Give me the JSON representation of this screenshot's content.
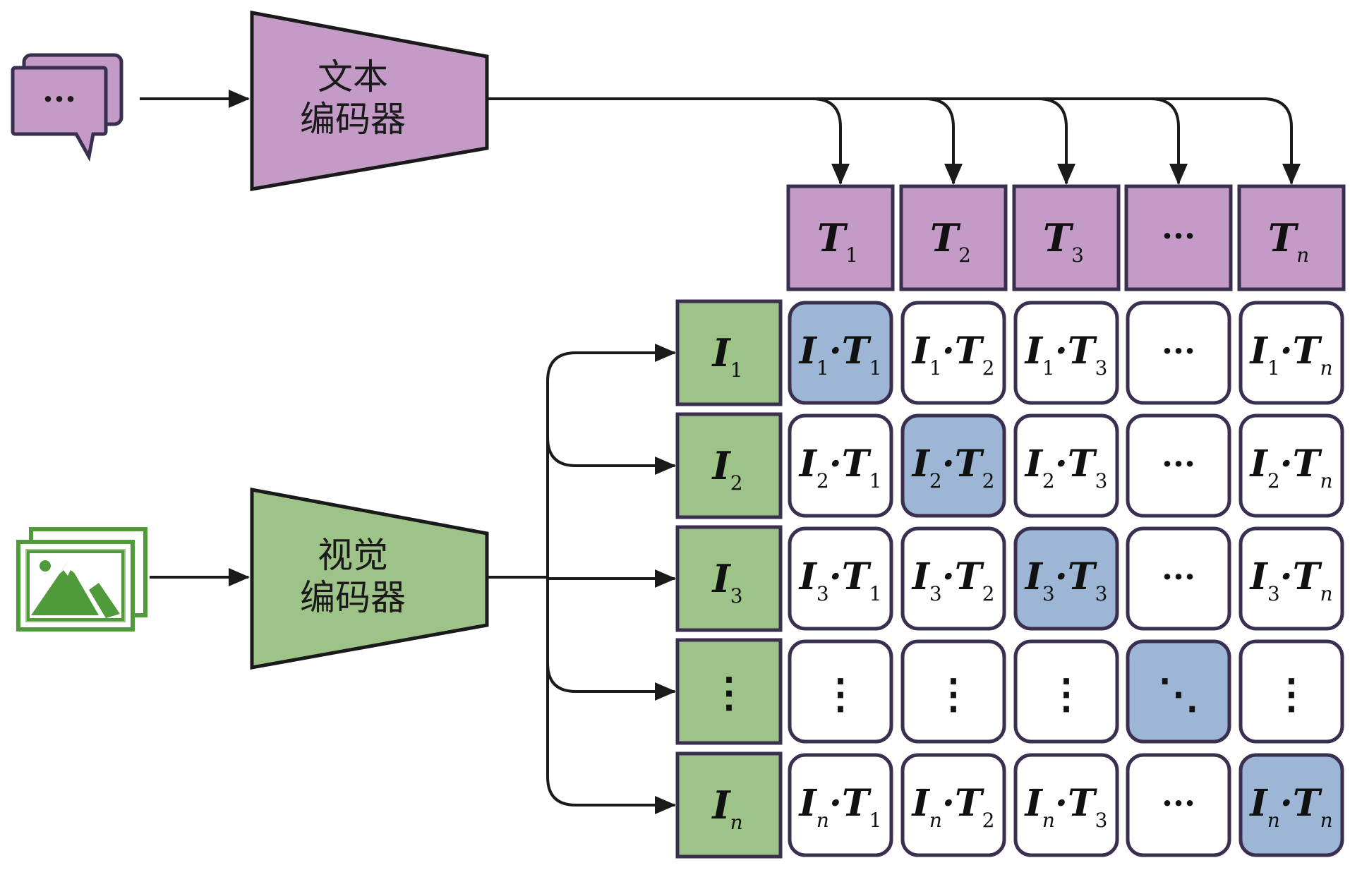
{
  "colors": {
    "text_purple": "#C39BC6",
    "vision_green": "#9DC388",
    "diag_blue": "#9DB6D6",
    "border": "#3a2f4f",
    "arrow": "#1a1a1a",
    "icon_green": "#4f9a3a"
  },
  "text_input": {
    "icon": "chat-bubbles-icon",
    "glyph": "···"
  },
  "image_input": {
    "icon": "image-stack-icon"
  },
  "text_encoder": {
    "label_line1": "文本",
    "label_line2": "编码器"
  },
  "vision_encoder": {
    "label_line1": "视觉",
    "label_line2": "编码器"
  },
  "text_tokens": [
    {
      "main": "T",
      "sub": "1"
    },
    {
      "main": "T",
      "sub": "2"
    },
    {
      "main": "T",
      "sub": "3"
    },
    {
      "main": "···",
      "sub": ""
    },
    {
      "main": "T",
      "sub": "n"
    }
  ],
  "image_tokens": [
    {
      "main": "I",
      "sub": "1"
    },
    {
      "main": "I",
      "sub": "2"
    },
    {
      "main": "I",
      "sub": "3"
    },
    {
      "main": "⋮",
      "sub": ""
    },
    {
      "main": "I",
      "sub": "n"
    }
  ],
  "matrix": {
    "rows": [
      [
        "I1·T1",
        "I1·T2",
        "I1·T3",
        "···",
        "I1·Tn"
      ],
      [
        "I2·T1",
        "I2·T2",
        "I2·T3",
        "···",
        "I2·Tn"
      ],
      [
        "I3·T1",
        "I3·T2",
        "I3·T3",
        "···",
        "I3·Tn"
      ],
      [
        "⋮",
        "⋮",
        "⋮",
        "⋱",
        "⋮"
      ],
      [
        "In·T1",
        "In·T2",
        "In·T3",
        "···",
        "In·Tn"
      ]
    ],
    "highlight_diagonal": true
  }
}
